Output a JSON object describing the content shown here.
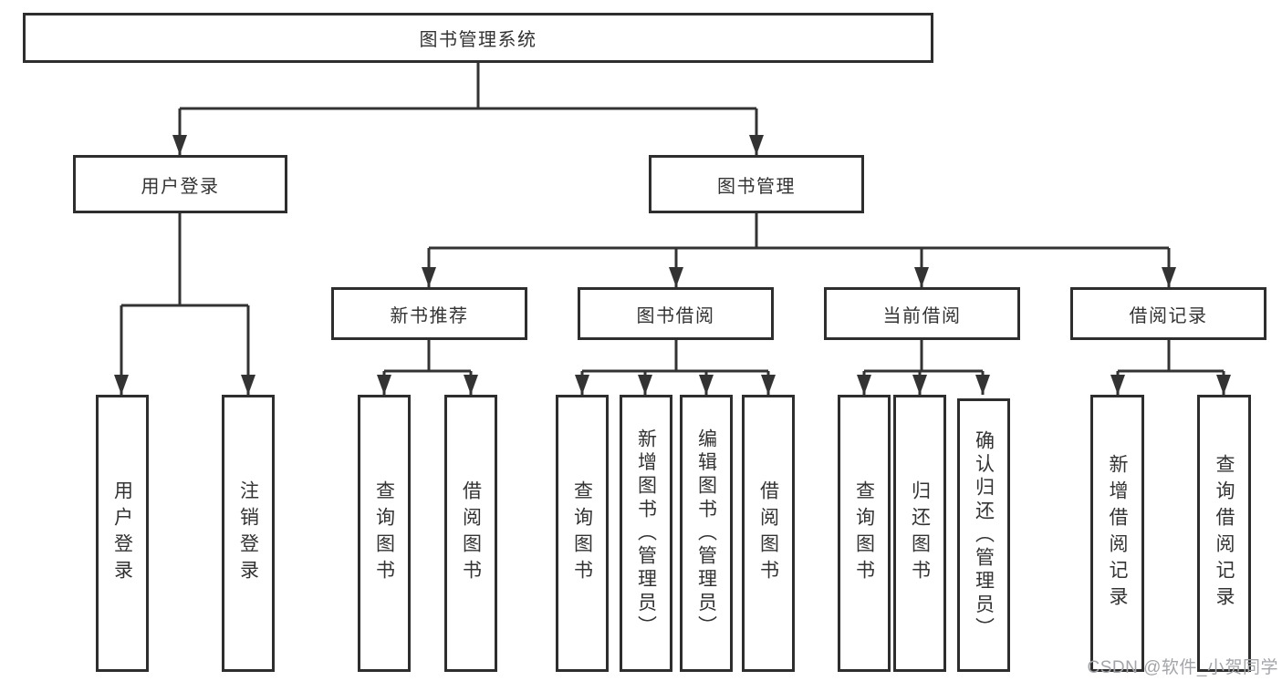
{
  "diagram": {
    "title": "图书管理系统",
    "branches": [
      {
        "label": "用户登录",
        "leaves": [
          {
            "label": "用户登录"
          },
          {
            "label": "注销登录"
          }
        ]
      },
      {
        "label": "图书管理",
        "sections": [
          {
            "label": "新书推荐",
            "leaves": [
              {
                "label": "查询图书"
              },
              {
                "label": "借阅图书"
              }
            ]
          },
          {
            "label": "图书借阅",
            "leaves": [
              {
                "label": "查询图书"
              },
              {
                "label": "新增图书（管理员）"
              },
              {
                "label": "编辑图书（管理员）"
              },
              {
                "label": "借阅图书"
              }
            ]
          },
          {
            "label": "当前借阅",
            "leaves": [
              {
                "label": "查询图书"
              },
              {
                "label": "归还图书"
              },
              {
                "label": "确认归还（管理员）"
              }
            ]
          },
          {
            "label": "借阅记录",
            "leaves": [
              {
                "label": "新增借阅记录"
              },
              {
                "label": "查询借阅记录"
              }
            ]
          }
        ]
      }
    ]
  },
  "watermark": {
    "text": "CSDN @软件_小贺同学"
  },
  "colors": {
    "line": "#333333",
    "box_border": "#2e2e2e",
    "text": "#333333",
    "watermark": "#a3a5a9",
    "background": "#ffffff"
  }
}
